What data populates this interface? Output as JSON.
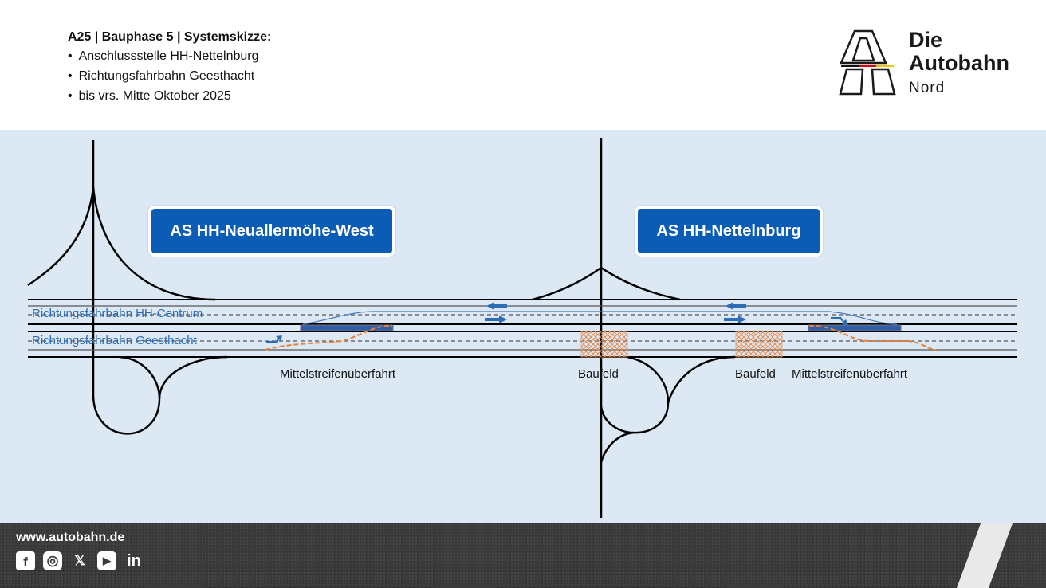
{
  "header": {
    "title": "A25 | Bauphase 5 | Systemskizze:",
    "bullets": [
      "Anschlussstelle HH-Nettelnburg",
      "Richtungsfahrbahn Geesthacht",
      "bis vrs. Mitte Oktober 2025"
    ]
  },
  "logo": {
    "line1": "Die",
    "line2": "Autobahn",
    "sub": "Nord"
  },
  "diagram": {
    "signs": [
      "AS HH-Neuallermöhe-West",
      "AS HH-Nettelnburg"
    ],
    "lanes": [
      "Richtungsfahrbahn HH-Centrum",
      "Richtungsfahrbahn Geesthacht"
    ],
    "labels": {
      "crossover_left": "Mittelstreifenüberfahrt",
      "baufeld_1": "Baufeld",
      "baufeld_2": "Baufeld",
      "crossover_right": "Mittelstreifenüberfahrt"
    },
    "colors": {
      "sign": "#0b5cb5",
      "traffic": "#2f6cb8",
      "detour": "#e8803a",
      "background": "#dce8f4"
    }
  },
  "footer": {
    "url": "www.autobahn.de",
    "social": [
      {
        "icon": "facebook-icon",
        "glyph": "f"
      },
      {
        "icon": "instagram-icon",
        "glyph": "◎"
      },
      {
        "icon": "x-icon",
        "glyph": "𝕏"
      },
      {
        "icon": "youtube-icon",
        "glyph": "▶"
      },
      {
        "icon": "linkedin-icon",
        "glyph": "in"
      }
    ]
  }
}
